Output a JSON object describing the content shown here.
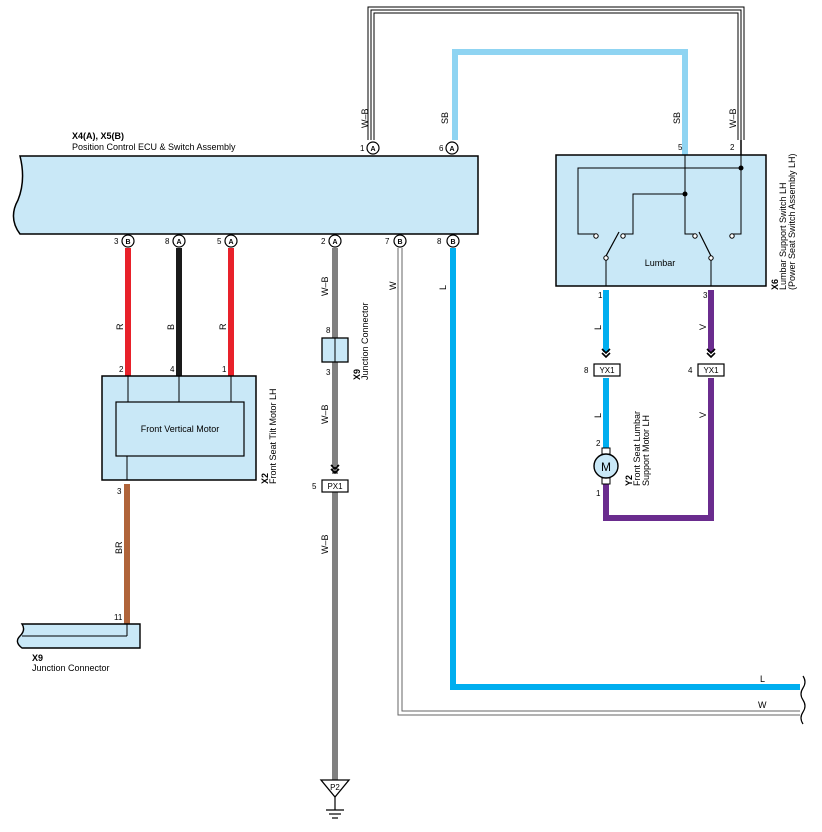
{
  "components": {
    "ecu": {
      "id": "X4(A), X5(B)",
      "name": "Position Control ECU & Switch Assembly"
    },
    "tilt_motor": {
      "id": "X2",
      "name": "Front Seat Tilt Motor LH",
      "inner": "Front Vertical Motor"
    },
    "jc_x9_top": {
      "id": "X9",
      "name": "Junction Connector"
    },
    "jc_x9_bottom": {
      "id": "X9",
      "name": "Junction Connector"
    },
    "lumbar_switch": {
      "id": "X6",
      "name": "Lumbar Support Switch LH",
      "sub": "(Power Seat Switch Assembly LH)",
      "inner": "Lumbar"
    },
    "lumbar_motor": {
      "id": "Y2",
      "name1": "Front Seat Lumbar",
      "name2": "Support Motor LH",
      "symbol": "M"
    },
    "ground": "P2",
    "px1": "PX1",
    "yx1": "YX1"
  },
  "connector_letters": {
    "a": "A",
    "b": "B"
  },
  "pins": {
    "ecu_top_1": "1",
    "ecu_top_6": "6",
    "ecu_b3": "3",
    "ecu_b8a": "8",
    "ecu_b5": "5",
    "ecu_b2": "2",
    "ecu_b7": "7",
    "ecu_b8b": "8",
    "tilt_2": "2",
    "tilt_4": "4",
    "tilt_1": "1",
    "tilt_3": "3",
    "jc_8": "8",
    "jc_3": "3",
    "px1_5": "5",
    "jc_11": "11",
    "sw_5": "5",
    "sw_2": "2",
    "sw_1": "1",
    "sw_3": "3",
    "yx1_8": "8",
    "yx1_4": "4",
    "mot_2": "2",
    "mot_1": "1"
  },
  "wire_labels": {
    "wb_top": "W–B",
    "sb_top": "SB",
    "sb_sw": "SB",
    "wb_sw": "W–B",
    "r1": "R",
    "b1": "B",
    "r2": "R",
    "wb_mid": "W–B",
    "w_mid": "W",
    "l_mid": "L",
    "wb_jc": "W–B",
    "wb_px": "W–B",
    "br": "BR",
    "l_sw": "L",
    "v_sw": "V",
    "l_mot": "L",
    "v_mot": "V",
    "l_right": "L",
    "w_right": "W"
  },
  "colors": {
    "box_fill": "#c9e8f7",
    "red": "#e8212a",
    "black": "#1a1a1a",
    "brown": "#b0643a",
    "blue": "#00aeef",
    "skyblue": "#8fd4f2",
    "violet": "#6a2c8e",
    "white_wire": "#ffffff"
  }
}
